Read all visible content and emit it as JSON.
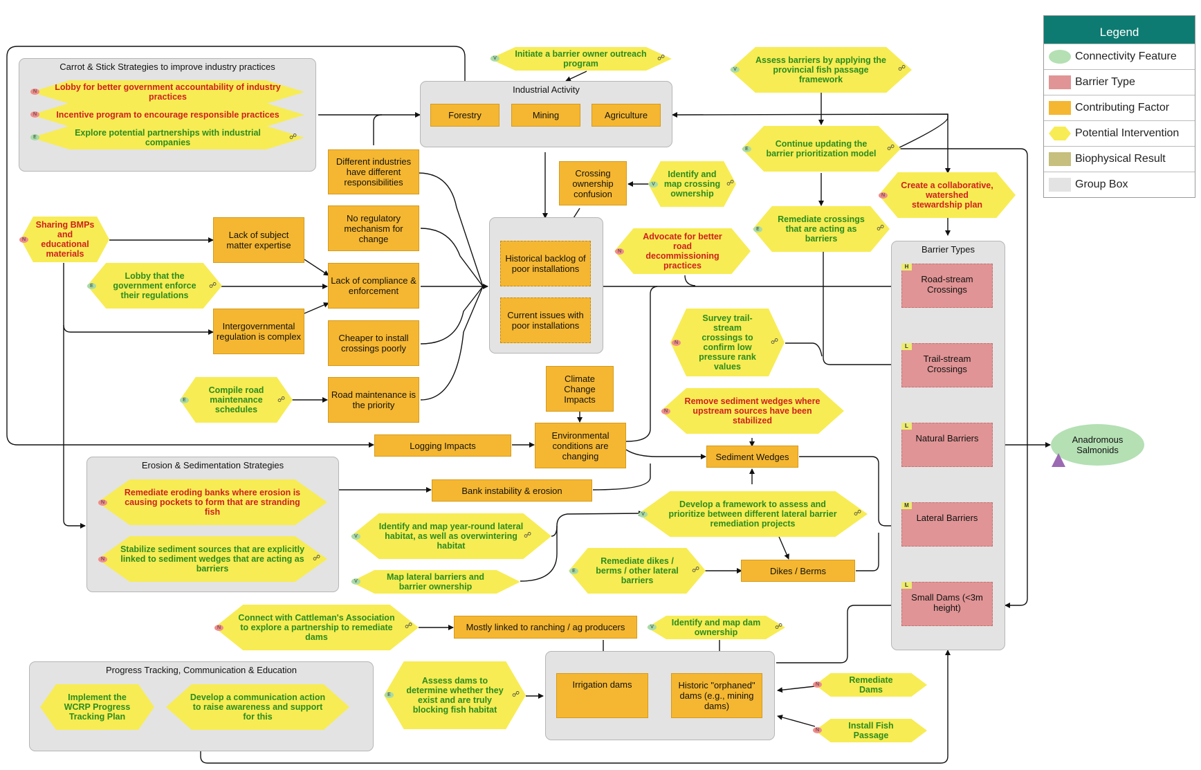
{
  "legend": {
    "title": "Legend",
    "items": [
      {
        "label": "Connectivity Feature",
        "color": "#b4e0b4",
        "shape": "ellipse"
      },
      {
        "label": "Barrier Type",
        "color": "#e09495",
        "shape": "rect"
      },
      {
        "label": "Contributing Factor",
        "color": "#f5b731",
        "shape": "rect"
      },
      {
        "label": "Potential Intervention",
        "color": "#f7ec54",
        "shape": "hexagon"
      },
      {
        "label": "Biophysical Result",
        "color": "#c6bf7e",
        "shape": "rect"
      },
      {
        "label": "Group Box",
        "color": "#e3e3e3",
        "shape": "rect"
      }
    ]
  },
  "groups": {
    "carrot": "Carrot & Stick Strategies to improve industry practices",
    "industrial": "Industrial Activity",
    "erosion": "Erosion & Sedimentation Strategies",
    "progress": "Progress Tracking, Communication & Education",
    "barriers": "Barrier Types"
  },
  "factors": {
    "forestry": "Forestry",
    "mining": "Mining",
    "agriculture": "Agriculture",
    "diff_industries": "Different industries have different responsibilities",
    "no_reg": "No regulatory mechanism for change",
    "lack_sme": "Lack of subject matter expertise",
    "lack_compliance": "Lack of compliance & enforcement",
    "intergov": "Intergovernmental regulation is complex",
    "cheaper": "Cheaper to install crossings poorly",
    "road_maint": "Road maintenance is the priority",
    "crossing_conf": "Crossing ownership confusion",
    "hist_backlog": "Historical backlog of poor installations",
    "current_issues": "Current issues with poor installations",
    "climate": "Climate Change Impacts",
    "env_cond": "Environmental conditions are changing",
    "logging": "Logging Impacts",
    "sediment": "Sediment Wedges",
    "bank": "Bank instability & erosion",
    "dikes": "Dikes / Berms",
    "ranching": "Mostly linked to ranching / ag producers",
    "irrigation": "Irrigation dams",
    "historic": "Historic \"orphaned\" dams (e.g., mining dams)"
  },
  "barriers": [
    {
      "flag": "H",
      "label": "Road-stream Crossings"
    },
    {
      "flag": "L",
      "label": "Trail-stream Crossings"
    },
    {
      "flag": "L",
      "label": "Natural Barriers"
    },
    {
      "flag": "M",
      "label": "Lateral Barriers"
    },
    {
      "flag": "L",
      "label": "Small Dams (<3m height)"
    }
  ],
  "result": {
    "label": "Anadromous Salmonids"
  },
  "interventions": {
    "lobby_acc": {
      "text": "Lobby for better government accountability of industry practices",
      "badge": "N"
    },
    "incentive": {
      "text": "Incentive program to encourage responsible practices",
      "badge": "N"
    },
    "partnerships": {
      "text": "Explore potential partnerships with industrial companies",
      "badge": "E"
    },
    "sharing": {
      "text": "Sharing BMPs and educational materials",
      "badge": "N"
    },
    "lobby_enforce": {
      "text": "Lobby that the government enforce their regulations",
      "badge": "E"
    },
    "compile": {
      "text": "Compile road maintenance schedules",
      "badge": "E"
    },
    "outreach": {
      "text": "Initiate a barrier owner outreach program",
      "badge": "V"
    },
    "assess_barriers": {
      "text": "Assess barriers by applying the provincial fish passage framework",
      "badge": "V"
    },
    "continue_model": {
      "text": "Continue updating the barrier prioritization model",
      "badge": "E"
    },
    "identify_crossing": {
      "text": "Identify and map crossing ownership",
      "badge": "V"
    },
    "watershed_plan": {
      "text": "Create a collaborative, watershed stewardship plan",
      "badge": "N"
    },
    "remediate_cross": {
      "text": "Remediate crossings that are acting as barriers",
      "badge": "E"
    },
    "advocate": {
      "text": "Advocate for better road decommissioning practices",
      "badge": "N"
    },
    "survey": {
      "text": "Survey trail-stream crossings to confirm low pressure rank values",
      "badge": "N"
    },
    "remove_sed": {
      "text": "Remove sediment wedges where upstream sources have been stabilized",
      "badge": "N"
    },
    "remediate_banks": {
      "text": "Remediate eroding banks where erosion is causing pockets to form that are stranding fish",
      "badge": "N"
    },
    "stabilize": {
      "text": "Stabilize sediment sources that are explicitly linked to sediment wedges that are acting as barriers",
      "badge": "N"
    },
    "develop_framework": {
      "text": "Develop a framework to assess and prioritize between different lateral barrier remediation projects",
      "badge": "V"
    },
    "identify_lateral": {
      "text": "Identify and map year-round lateral habitat, as well as overwintering habitat",
      "badge": "V"
    },
    "map_lateral": {
      "text": "Map lateral barriers and barrier ownership",
      "badge": "V"
    },
    "remediate_dikes": {
      "text": "Remediate dikes / berms / other lateral barriers",
      "badge": "E"
    },
    "cattlemen": {
      "text": "Connect with Cattleman's Association to explore a partnership to remediate dams",
      "badge": "N"
    },
    "identify_dam": {
      "text": "Identify and map dam ownership",
      "badge": "V"
    },
    "assess_dams": {
      "text": "Assess dams to determine whether they exist and are truly blocking fish habitat",
      "badge": "E"
    },
    "remediate_dams": {
      "text": "Remediate Dams",
      "badge": "N"
    },
    "fish_passage": {
      "text": "Install Fish Passage",
      "badge": "N"
    },
    "wcrp": {
      "text": "Implement the WCRP Progress Tracking Plan",
      "badge": ""
    },
    "comm_plan": {
      "text": "Develop a communication action to raise awareness and support for this",
      "badge": ""
    }
  }
}
